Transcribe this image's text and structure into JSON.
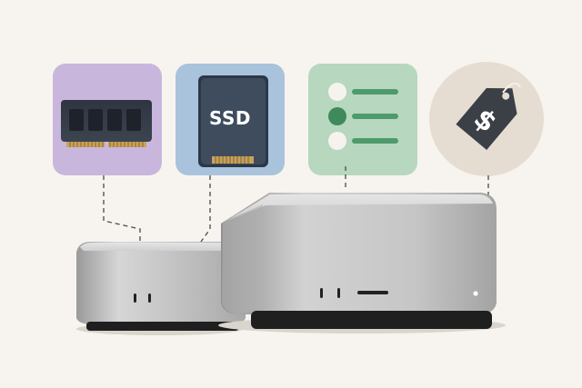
{
  "colors": {
    "background": "#f7f4ef",
    "ram_card": "#c9b6dd",
    "ssd_card": "#a9c3dd",
    "list_card": "#b7d7bf",
    "tag_circle": "#e6ddd2",
    "chip_dark": "#333a44",
    "ssd_body": "#3e4c5e",
    "gold_pins": "#c9a25a",
    "list_green": "#4f9a6a",
    "tag_dark": "#3b3f46",
    "silver": "#c8c8c8"
  },
  "ssd_card": {
    "label": "SSD"
  },
  "icons": {
    "ram": "ram-module-icon",
    "ssd": "ssd-drive-icon",
    "specs": "spec-list-icon",
    "price": "price-tag-icon"
  },
  "devices": [
    "small-desktop-computer",
    "large-desktop-computer"
  ]
}
